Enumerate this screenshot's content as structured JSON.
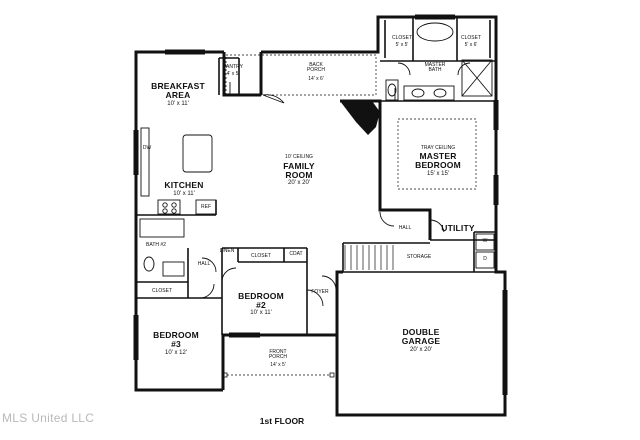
{
  "plan": {
    "title": "1st FLOOR",
    "watermark": "MLS United LLC",
    "rooms": {
      "breakfast": {
        "name": "BREAKFAST\nAREA",
        "dims": "10' x 11'"
      },
      "pantry": {
        "name": "PANTRY",
        "dims": "4' x 5'"
      },
      "back_porch": {
        "name": "BACK\nPORCH",
        "dims": "14' x 6'"
      },
      "closet_left": {
        "name": "CLOSET",
        "dims": "5' x 5'"
      },
      "closet_right": {
        "name": "CLOSET",
        "dims": "5' x 6'"
      },
      "master_bath": {
        "name": "MASTER\nBATH"
      },
      "family": {
        "note": "10' CEILING",
        "name": "FAMILY\nROOM",
        "dims": "20' x 20'"
      },
      "master_bed": {
        "note": "TRAY CEILING",
        "name": "MASTER\nBEDROOM",
        "dims": "15' x 15'"
      },
      "kitchen": {
        "name": "KITCHEN",
        "dims": "10' x 11'"
      },
      "dw": {
        "name": "DW"
      },
      "ref": {
        "name": "REF"
      },
      "bath2": {
        "name": "BATH #2"
      },
      "hall_left": {
        "name": "HALL"
      },
      "linen": {
        "name": "LINEN"
      },
      "closet_bed2": {
        "name": "CLOSET"
      },
      "cdat": {
        "name": "CDAT"
      },
      "hall_right": {
        "name": "HALL"
      },
      "utility": {
        "name": "UTILITY"
      },
      "w": {
        "name": "W"
      },
      "d": {
        "name": "D"
      },
      "storage": {
        "name": "STORAGE"
      },
      "closet_bed3": {
        "name": "CLOSET"
      },
      "bedroom2": {
        "name": "BEDROOM\n#2",
        "dims": "10' x 11'"
      },
      "foyer": {
        "name": "FOYER"
      },
      "bedroom3": {
        "name": "BEDROOM\n#3",
        "dims": "10' x 12'"
      },
      "front_porch": {
        "name": "FRONT\nPORCH",
        "dims": "14' x 5'"
      },
      "garage": {
        "name": "DOUBLE\nGARAGE",
        "dims": "20' x 20'"
      }
    }
  }
}
